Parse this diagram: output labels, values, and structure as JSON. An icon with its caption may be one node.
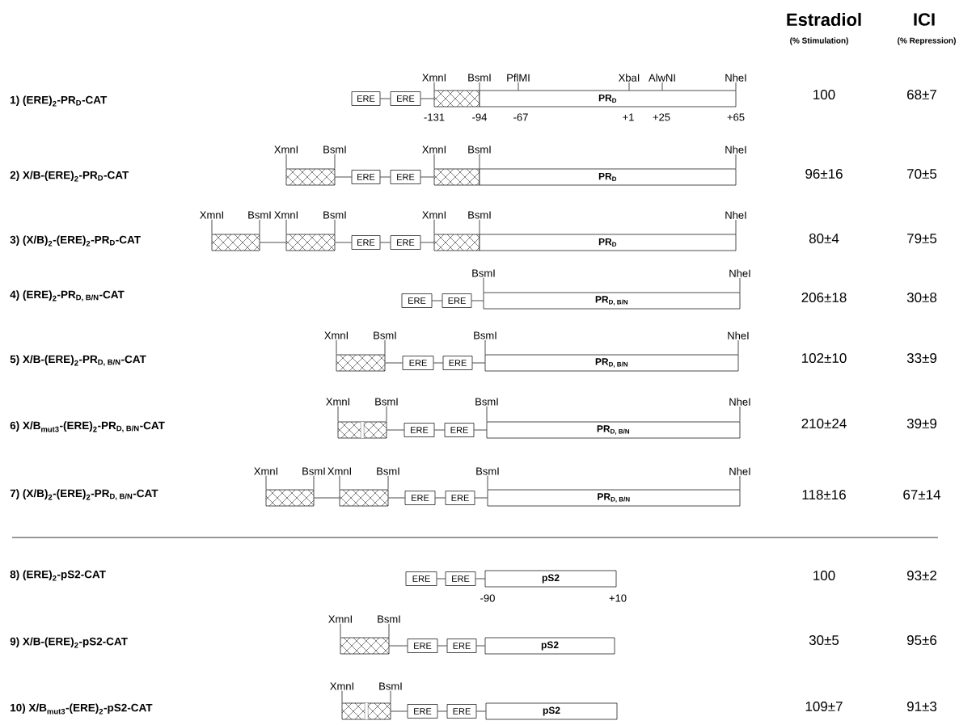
{
  "diagram": {
    "nodes": [
      {
        "text": [
          "ERE"
        ]
      },
      {
        "text": [
          "ERE"
        ]
      },
      {
        "text": [],
        "shape": "box"
      },
      {
        "text": [
          "\\text{PR}_{\\text{D}}"
        ]
      },
      {
        "text": [],
        "shape": "box"
      },
      {
        "text": [
          "ERE"
        ]
      },
      {
        "text": [
          "ERE"
        ]
      },
      {
        "text": [],
        "shape": "box"
      },
      {
        "text": [
          "\\text{PR}_{\\text{D}}"
        ]
      },
      {
        "text": [],
        "shape": "box"
      },
      {
        "text": [],
        "shape": "box"
      },
      {
        "text": [
          "ERE"
        ]
      },
      {
        "text": [
          "ERE"
        ]
      },
      {
        "text": [],
        "shape": "box"
      },
      {
        "text": [
          "\\text{PR}_{\\text{D}}"
        ]
      },
      {
        "text": [
          "ERE"
        ]
      },
      {
        "text": [
          "ERE"
        ]
      },
      {
        "text": [
          "\\text{PR}_{\\text{D, B/N}}"
        ]
      },
      {
        "text": [],
        "shape": "box"
      },
      {
        "text": [
          "ERE"
        ]
      },
      {
        "text": [
          "ERE"
        ]
      },
      {
        "text": [
          "\\text{PR}_{\\text{D, B/N}}"
        ]
      },
      {
        "text": [],
        "shape": "box"
      },
      {
        "text": [
          "ERE"
        ]
      },
      {
        "text": [
          "ERE"
        ]
      },
      {
        "text": [
          "\\text{PR}_{\\text{D, B/N}}"
        ]
      },
      {
        "text": [],
        "shape": "box"
      },
      {
        "text": [],
        "shape": "box"
      },
      {
        "text": [
          "ERE"
        ]
      },
      {
        "text": [
          "ERE"
        ]
      },
      {
        "text": [
          "\\text{PR}_{\\text{D, B/N}}"
        ]
      },
      {
        "text": [
          "ERE"
        ]
      },
      {
        "text": [
          "ERE"
        ]
      },
      {
        "text": [
          "\\text{pS2}"
        ]
      },
      {
        "text": [],
        "shape": "box"
      },
      {
        "text": [
          "ERE"
        ]
      },
      {
        "text": [
          "ERE"
        ]
      },
      {
        "text": [
          "\\text{pS2}"
        ]
      },
      {
        "text": [],
        "shape": "box"
      },
      {
        "text": [
          "ERE"
        ]
      },
      {
        "text": [
          "ERE"
        ]
      },
      {
        "text": [
          "\\text{pS2}"
        ]
      },
      {
        "text": [
          "XmnI"
        ]
      },
      {
        "text": [
          "BsmI"
        ]
      },
      {
        "text": [
          "PflMI"
        ]
      },
      {
        "text": [
          "XbaI"
        ]
      },
      {
        "text": [
          "AlwNI"
        ]
      },
      {
        "text": [
          "NheI"
        ]
      },
      {
        "text": [
          "XmnI"
        ]
      },
      {
        "text": [
          "BsmI"
        ]
      },
      {
        "text": [
          "XmnI"
        ]
      },
      {
        "text": [
          "BsmI"
        ]
      },
      {
        "text": [
          "NheI"
        ]
      },
      {
        "text": [
          "XmnI"
        ]
      },
      {
        "text": [
          "BsmI"
        ]
      },
      {
        "text": [
          "XmnI"
        ]
      },
      {
        "text": [
          "BsmI"
        ]
      },
      {
        "text": [
          "XmnI"
        ]
      },
      {
        "text": [
          "BsmI"
        ]
      },
      {
        "text": [
          "NheI"
        ]
      },
      {
        "text": [
          "BsmI"
        ]
      },
      {
        "text": [
          "NheI"
        ]
      },
      {
        "text": [
          "XmnI"
        ]
      },
      {
        "text": [
          "BsmI"
        ]
      },
      {
        "text": [
          "BsmI"
        ]
      },
      {
        "text": [
          "NheI"
        ]
      },
      {
        "text": [
          "XmnI"
        ]
      },
      {
        "text": [
          "BsmI"
        ]
      },
      {
        "text": [
          "BsmI"
        ]
      },
      {
        "text": [
          "NheI"
        ]
      },
      {
        "text": [
          "XmnI"
        ]
      },
      {
        "text": [
          "BsmI"
        ]
      },
      {
        "text": [
          "XmnI"
        ]
      },
      {
        "text": [
          "BsmI"
        ]
      },
      {
        "text": [
          "BsmI"
        ]
      },
      {
        "text": [
          "NheI"
        ]
      },
      {
        "text": [
          "XmnI"
        ]
      },
      {
        "text": [
          "BsmI"
        ]
      },
      {
        "text": [
          "XmnI"
        ]
      },
      {
        "text": [
          "BsmI"
        ]
      }
    ],
    "edges": [
      {
        "from": 0,
        "to": 1,
        "arrow": "none"
      },
      {
        "from": 1,
        "to": 2,
        "arrow": "none"
      },
      {
        "from": 4,
        "to": 5,
        "arrow": "none"
      },
      {
        "from": 5,
        "to": 6,
        "arrow": "none"
      },
      {
        "from": 6,
        "to": 7,
        "arrow": "none"
      },
      {
        "from": 9,
        "to": 10,
        "arrow": "none"
      },
      {
        "from": 10,
        "to": 11,
        "arrow": "none"
      },
      {
        "from": 11,
        "to": 12,
        "arrow": "none"
      },
      {
        "from": 12,
        "to": 13,
        "arrow": "none"
      },
      {
        "from": 15,
        "to": 16,
        "arrow": "none"
      },
      {
        "from": 16,
        "to": 17,
        "arrow": "none"
      },
      {
        "from": 18,
        "to": 19,
        "arrow": "none"
      },
      {
        "from": 19,
        "to": 20,
        "arrow": "none"
      },
      {
        "from": 20,
        "to": 21,
        "arrow": "none"
      },
      {
        "from": 22,
        "to": 23,
        "arrow": "none"
      },
      {
        "from": 23,
        "to": 24,
        "arrow": "none"
      },
      {
        "from": 24,
        "to": 25,
        "arrow": "none"
      },
      {
        "from": 26,
        "to": 27,
        "arrow": "none"
      },
      {
        "from": 27,
        "to": 28,
        "arrow": "none"
      },
      {
        "from": 28,
        "to": 29,
        "arrow": "none"
      },
      {
        "from": 29,
        "to": 30,
        "arrow": "none"
      },
      {
        "from": 31,
        "to": 32,
        "arrow": "none"
      },
      {
        "from": 32,
        "to": 33,
        "arrow": "none"
      },
      {
        "from": 34,
        "to": 35,
        "arrow": "none"
      },
      {
        "from": 35,
        "to": 36,
        "arrow": "none"
      },
      {
        "from": 36,
        "to": 37,
        "arrow": "none"
      },
      {
        "from": 38,
        "to": 39,
        "arrow": "none"
      },
      {
        "from": 39,
        "to": 40,
        "arrow": "none"
      },
      {
        "from": 40,
        "to": 41,
        "arrow": "none"
      },
      {
        "from": 42,
        "to": 2,
        "arrow": "none"
      },
      {
        "from": 43,
        "to": 2,
        "arrow": "none"
      },
      {
        "from": 44,
        "to": 3,
        "arrow": "none"
      },
      {
        "from": 45,
        "to": 3,
        "arrow": "none"
      },
      {
        "from": 46,
        "to": 3,
        "arrow": "none"
      },
      {
        "from": 47,
        "to": 3,
        "arrow": "none"
      },
      {
        "from": 48,
        "to": 4,
        "arrow": "none"
      },
      {
        "from": 49,
        "to": 4,
        "arrow": "none"
      },
      {
        "from": 50,
        "to": 7,
        "arrow": "none"
      },
      {
        "from": 51,
        "to": 7,
        "arrow": "none"
      },
      {
        "from": 52,
        "to": 8,
        "arrow": "none"
      },
      {
        "from": 53,
        "to": 9,
        "arrow": "none"
      },
      {
        "from": 54,
        "to": 9,
        "arrow": "none"
      },
      {
        "from": 55,
        "to": 10,
        "arrow": "none"
      },
      {
        "from": 56,
        "to": 10,
        "arrow": "none"
      },
      {
        "from": 57,
        "to": 13,
        "arrow": "none"
      },
      {
        "from": 58,
        "to": 13,
        "arrow": "none"
      },
      {
        "from": 59,
        "to": 14,
        "arrow": "none"
      },
      {
        "from": 60,
        "to": 17,
        "arrow": "none"
      },
      {
        "from": 61,
        "to": 17,
        "arrow": "none"
      },
      {
        "from": 62,
        "to": 18,
        "arrow": "none"
      },
      {
        "from": 63,
        "to": 18,
        "arrow": "none"
      },
      {
        "from": 64,
        "to": 21,
        "arrow": "none"
      },
      {
        "from": 65,
        "to": 21,
        "arrow": "none"
      },
      {
        "from": 66,
        "to": 22,
        "arrow": "none"
      },
      {
        "from": 67,
        "to": 22,
        "arrow": "none"
      },
      {
        "from": 68,
        "to": 25,
        "arrow": "none"
      },
      {
        "from": 69,
        "to": 25,
        "arrow": "none"
      },
      {
        "from": 70,
        "to": 26,
        "arrow": "none"
      },
      {
        "from": 71,
        "to": 26,
        "arrow": "none"
      },
      {
        "from": 72,
        "to": 27,
        "arrow": "none"
      },
      {
        "from": 73,
        "to": 27,
        "arrow": "none"
      },
      {
        "from": 74,
        "to": 30,
        "arrow": "none"
      },
      {
        "from": 75,
        "to": 30,
        "arrow": "none"
      },
      {
        "from": 76,
        "to": 34,
        "arrow": "none"
      },
      {
        "from": 77,
        "to": 34,
        "arrow": "none"
      },
      {
        "from": 78,
        "to": 38,
        "arrow": "none"
      },
      {
        "from": 79,
        "to": 38,
        "arrow": "none"
      }
    ],
    "labels": [
      "Estradiol",
      "ICI",
      "(% Stimulation)",
      "(% Repression)",
      "\\text{1) (ERE)}_{\\text{2}}\\text{-PR}_{\\text{D}}\\text{-CAT}",
      "100",
      "68±7",
      "-131",
      "-94",
      "-67",
      "+1",
      "+25",
      "+65",
      "\\text{2) X/B-(ERE)}_{\\text{2}}\\text{-PR}_{\\text{D}}\\text{-CAT}",
      "96±16",
      "70±5",
      "\\text{3) (X/B)}_{\\text{2}}\\text{-(ERE)}_{\\text{2}}\\text{-PR}_{\\text{D}}\\text{-CAT}",
      "80±4",
      "79±5",
      "\\text{4) (ERE)}_{\\text{2}}\\text{-PR}_{\\text{D, B/N}}\\text{-CAT}",
      "206±18",
      "30±8",
      "\\text{5) X/B-(ERE)}_{\\text{2}}\\text{-PR}_{\\text{D, B/N}}\\text{-CAT}",
      "102±10",
      "33±9",
      "\\text{6) X/B}_{\\text{mut3}}\\text{-(ERE)}_{\\text{2}}\\text{-PR}_{\\text{D, B/N}}\\text{-CAT}",
      "210±24",
      "39±9",
      "\\text{7) (X/B)}_{\\text{2}}\\text{-(ERE)}_{\\text{2}}\\text{-PR}_{\\text{D, B/N}}\\text{-CAT}",
      "118±16",
      "67±14",
      "\\text{8) (ERE)}_{\\text{2}}\\text{-pS2-CAT}",
      "100",
      "93±2",
      "-90",
      "+10",
      "\\text{9) X/B-(ERE)}_{\\text{2}}\\text{-pS2-CAT}",
      "30±5",
      "95±6",
      "\\text{10) X/B}_{\\text{mut3}}\\text{-(ERE)}_{\\text{2}}\\text{-pS2-CAT}",
      "109±7",
      "91±3"
    ]
  }
}
